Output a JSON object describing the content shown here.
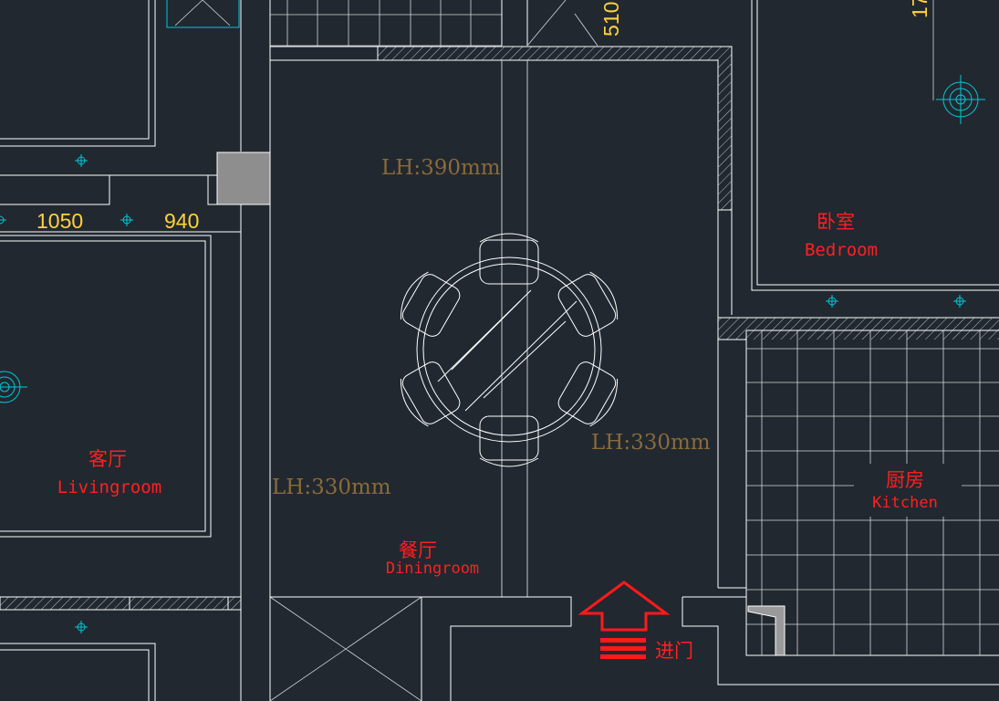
{
  "rooms": {
    "living_cn": "客厅",
    "living_en": "Livingroom",
    "dining_cn": "餐厅",
    "dining_en": "Diningroom",
    "bedroom_cn": "卧室",
    "bedroom_en": "Bedroom",
    "kitchen_cn": "厨房",
    "kitchen_en": "Kitchen"
  },
  "entrance_label": "进门",
  "lighting": {
    "lh_top": "LH:390mm",
    "lh_right": "LH:330mm",
    "lh_left": "LH:330mm"
  },
  "dimensions": {
    "d1050": "1050",
    "d940": "940",
    "d510": "510",
    "d17": "17"
  },
  "colors": {
    "background": "#212830",
    "room_label": "#ff2020",
    "dimension": "#ffd23a",
    "lighting_height": "#8a6a3a",
    "fixture": "#00c8d8",
    "wall": "#ffffff"
  }
}
